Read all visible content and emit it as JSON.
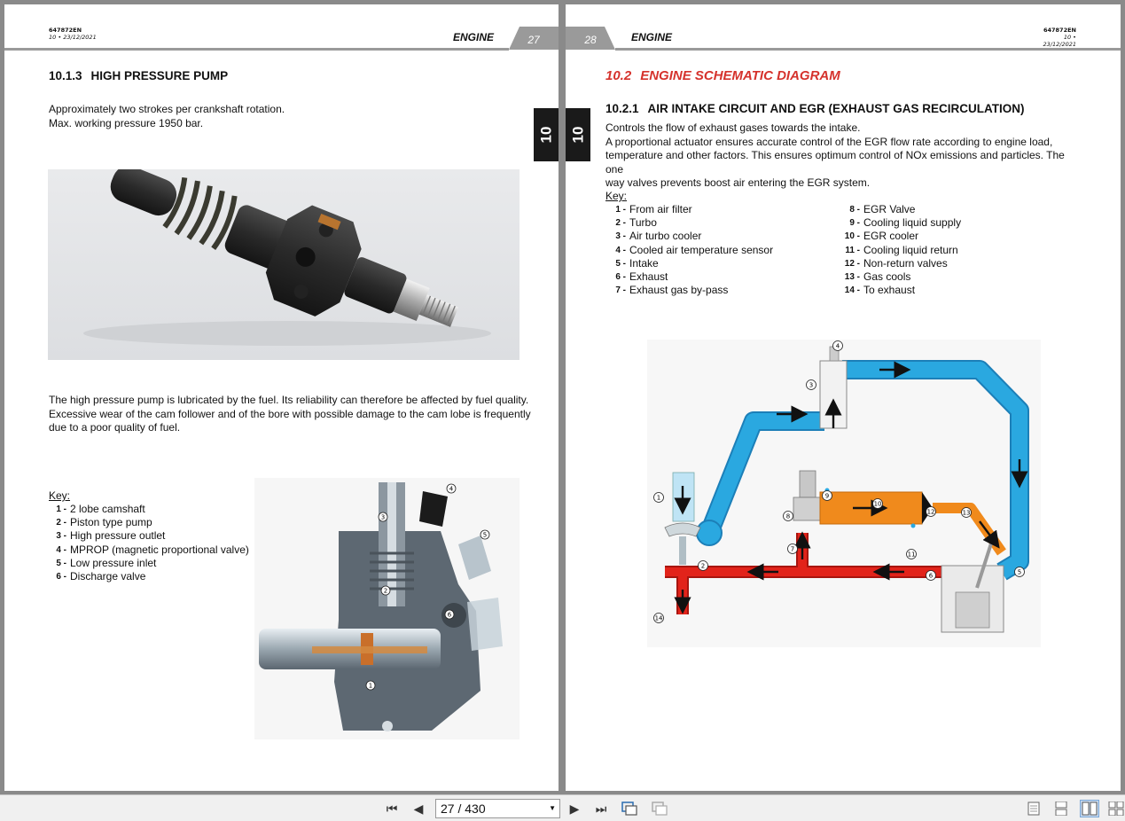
{
  "doc_code": "647872EN",
  "doc_revision": "10 • 23/12/2021",
  "left_page": {
    "section": "ENGINE",
    "page_number": "27",
    "chapter": "10",
    "heading_number": "10.1.3",
    "heading": "HIGH PRESSURE PUMP",
    "intro_lines": [
      "Approximately two strokes per crankshaft rotation.",
      "Max. working pressure 1950 bar."
    ],
    "body_lines": [
      "The high pressure pump is lubricated by the fuel. Its reliability can therefore be affected by fuel quality.",
      "Excessive wear of the cam follower and of the bore with possible damage to the cam lobe is frequently",
      "due to a poor quality of fuel."
    ],
    "key_label": "Key:",
    "key": [
      {
        "n": "1 -",
        "t": "2 lobe camshaft"
      },
      {
        "n": "2 -",
        "t": "Piston type pump"
      },
      {
        "n": "3 -",
        "t": "High pressure outlet"
      },
      {
        "n": "4 -",
        "t": "MPROP (magnetic proportional valve)"
      },
      {
        "n": "5 -",
        "t": "Low pressure inlet"
      },
      {
        "n": "6 -",
        "t": "Discharge valve"
      }
    ],
    "cutaway_callouts": [
      "1",
      "2",
      "3",
      "4",
      "5",
      "6"
    ]
  },
  "right_page": {
    "section": "ENGINE",
    "page_number": "28",
    "chapter": "10",
    "section_heading_number": "10.2",
    "section_heading": "ENGINE SCHEMATIC DIAGRAM",
    "heading_number": "10.2.1",
    "heading": "AIR INTAKE CIRCUIT AND EGR (EXHAUST GAS RECIRCULATION)",
    "body_lines": [
      "Controls the flow of exhaust gases towards the intake.",
      "A proportional actuator ensures accurate control of the EGR flow rate according to engine load,",
      "temperature and other factors. This ensures optimum control of NOx emissions and particles. The one",
      "way valves prevents boost air entering the EGR system."
    ],
    "key_label": "Key:",
    "key_col1": [
      {
        "n": "1 -",
        "t": "From air filter"
      },
      {
        "n": "2 -",
        "t": "Turbo"
      },
      {
        "n": "3 -",
        "t": "Air turbo cooler"
      },
      {
        "n": "4 -",
        "t": "Cooled air temperature sensor"
      },
      {
        "n": "5 -",
        "t": "Intake"
      },
      {
        "n": "6 -",
        "t": "Exhaust"
      },
      {
        "n": "7 -",
        "t": "Exhaust gas by-pass"
      }
    ],
    "key_col2": [
      {
        "n": "8 -",
        "t": "EGR Valve"
      },
      {
        "n": "9 -",
        "t": "Cooling liquid supply"
      },
      {
        "n": "10 -",
        "t": "EGR cooler"
      },
      {
        "n": "11 -",
        "t": "Cooling liquid return"
      },
      {
        "n": "12 -",
        "t": "Non-return valves"
      },
      {
        "n": "13 -",
        "t": "Gas cools"
      },
      {
        "n": "14 -",
        "t": "To exhaust"
      }
    ],
    "schematic_callouts": [
      "1",
      "2",
      "3",
      "4",
      "5",
      "6",
      "7",
      "8",
      "9",
      "10",
      "11",
      "12",
      "13",
      "14"
    ]
  },
  "toolbar": {
    "page_indicator": "27 / 430",
    "icons": [
      "first-page-icon",
      "prev-page-icon",
      "next-page-icon",
      "last-page-icon",
      "go-back-icon",
      "go-forward-icon",
      "single-page-view-icon",
      "continuous-view-icon",
      "two-page-view-icon",
      "two-page-continuous-view-icon"
    ]
  },
  "colors": {
    "air_blue": "#2aa8e0",
    "exhaust_red": "#e2231a",
    "egr_orange": "#f08a1c",
    "heading_red": "#d5322c",
    "tab_gray": "#9a9a9a"
  }
}
